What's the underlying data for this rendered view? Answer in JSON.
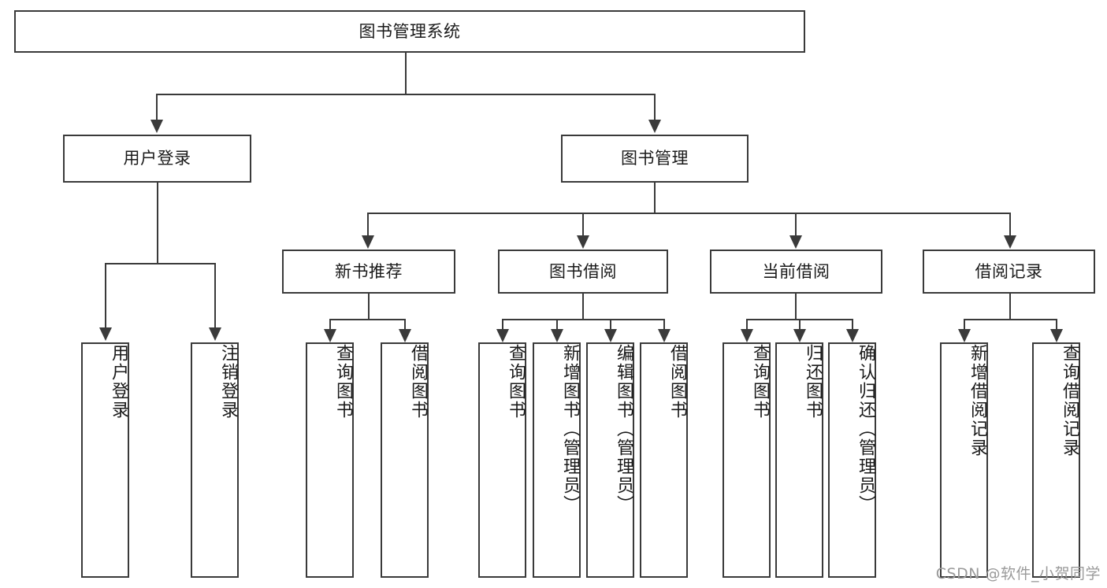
{
  "diagram": {
    "title": "图书管理系统",
    "watermark": "CSDN @软件_小贺同学",
    "type": "tree-hierarchy-diagram",
    "nodes": {
      "root": {
        "label": "图书管理系统"
      },
      "level2": [
        {
          "id": "user-login",
          "label": "用户登录"
        },
        {
          "id": "book-manage",
          "label": "图书管理"
        }
      ],
      "level3": [
        {
          "id": "new-book-recommend",
          "label": "新书推荐"
        },
        {
          "id": "book-borrow",
          "label": "图书借阅"
        },
        {
          "id": "current-borrow",
          "label": "当前借阅"
        },
        {
          "id": "borrow-record",
          "label": "借阅记录"
        }
      ],
      "leaves": {
        "user_login": [
          {
            "id": "leaf-user-login",
            "label": "用户登录"
          },
          {
            "id": "leaf-logout-login",
            "label": "注销登录"
          }
        ],
        "new_book_recommend": [
          {
            "id": "leaf-query-book-1",
            "label": "查询图书"
          },
          {
            "id": "leaf-borrow-book-1",
            "label": "借阅图书"
          }
        ],
        "book_borrow": [
          {
            "id": "leaf-query-book-2",
            "label": "查询图书"
          },
          {
            "id": "leaf-add-book",
            "label": "新增图书（管理员）"
          },
          {
            "id": "leaf-edit-book",
            "label": "编辑图书（管理员）"
          },
          {
            "id": "leaf-borrow-book-2",
            "label": "借阅图书"
          }
        ],
        "current_borrow": [
          {
            "id": "leaf-query-book-3",
            "label": "查询图书"
          },
          {
            "id": "leaf-return-book",
            "label": "归还图书"
          },
          {
            "id": "leaf-confirm-return",
            "label": "确认归还（管理员）"
          }
        ],
        "borrow_record": [
          {
            "id": "leaf-add-record",
            "label": "新增借阅记录"
          },
          {
            "id": "leaf-query-record",
            "label": "查询借阅记录"
          }
        ]
      }
    },
    "colors": {
      "background": "#ffffff",
      "box_fill": "#ffffff",
      "box_border": "#3a3a3a",
      "text": "#1a1a1a",
      "watermark": "#9a9a9a"
    }
  }
}
